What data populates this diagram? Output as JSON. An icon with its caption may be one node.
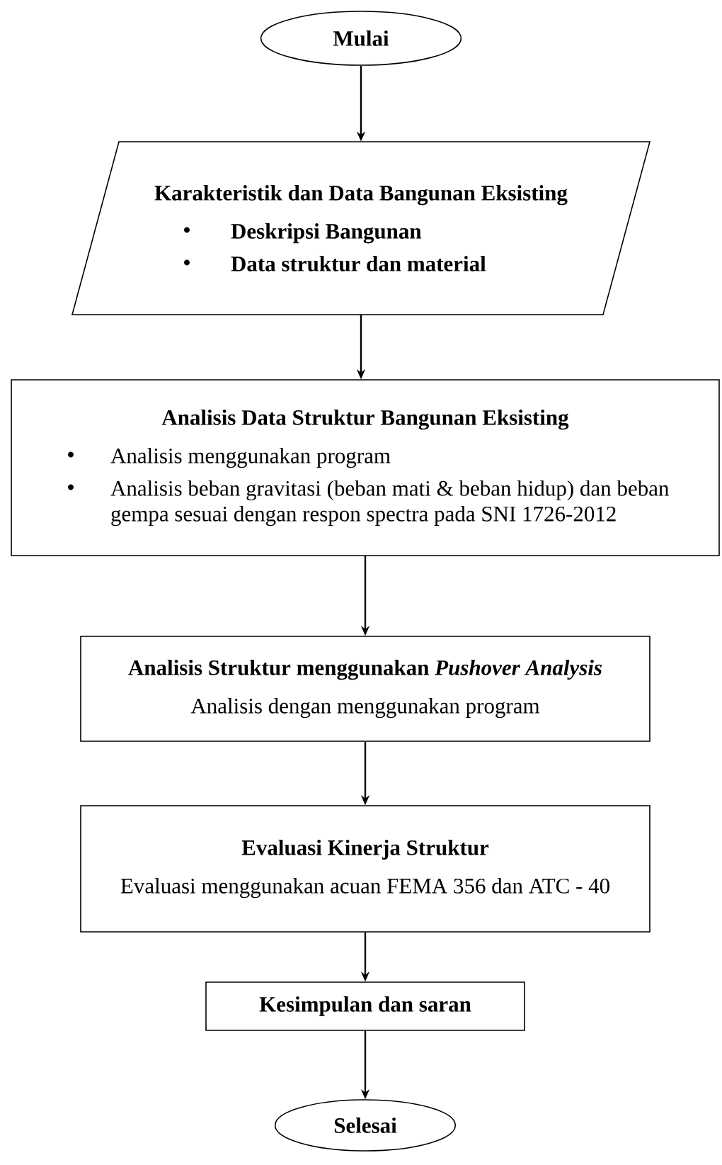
{
  "diagram": {
    "nodes": [
      {
        "text": [
          "Mulai"
        ]
      },
      {
        "text": [
          "Karakteristik dan Data Bangunan Eksisting",
          "Deskripsi Bangunan",
          "Data struktur dan material"
        ]
      },
      {
        "text": [
          "Analisis Data Struktur Bangunan Eksisting",
          "Analisis menggunakan program",
          "Analisis beban gravitasi (beban mati & beban hidup) dan beban gempa sesuai dengan respon spectra pada SNI 1726-2012"
        ]
      },
      {
        "text": [
          "Analisis Struktur menggunakan *Pushover Analysis*",
          "Analisis dengan menggunakan program"
        ]
      },
      {
        "text": [
          "Evaluasi Kinerja Struktur",
          "Evaluasi menggunakan acuan FEMA 356 dan ATC - 40"
        ]
      },
      {
        "text": [
          "Kesimpulan dan saran"
        ]
      },
      {
        "text": [
          "Selesai"
        ]
      }
    ],
    "edges": [
      {
        "from": 0,
        "to": 1,
        "arrow": "to"
      },
      {
        "from": 1,
        "to": 2,
        "arrow": "to"
      },
      {
        "from": 2,
        "to": 3,
        "arrow": "to"
      },
      {
        "from": 3,
        "to": 4,
        "arrow": "to"
      },
      {
        "from": 4,
        "to": 5,
        "arrow": "to"
      },
      {
        "from": 5,
        "to": 6,
        "arrow": "to"
      }
    ]
  }
}
